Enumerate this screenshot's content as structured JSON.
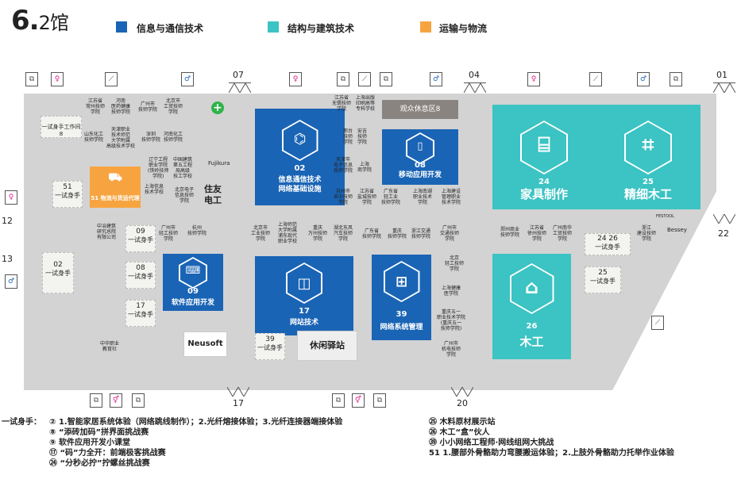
{
  "title": {
    "main": "6.",
    "sub": "2馆"
  },
  "legend": [
    {
      "label": "信息与通信技术",
      "color": "#1a64b5"
    },
    {
      "label": "结构与建筑技术",
      "color": "#3cc3c3"
    },
    {
      "label": "运输与物流",
      "color": "#f7a440"
    }
  ],
  "doors": {
    "d07": "07",
    "d04": "04",
    "d01": "01",
    "d12": "12",
    "d13": "13",
    "d22": "22",
    "d17": "17",
    "d20": "20"
  },
  "zones": {
    "z02": {
      "num": "02",
      "label": "信息通信技术\n网络基础设施"
    },
    "z08": {
      "num": "08",
      "label": "移动应用开发"
    },
    "z09": {
      "num": "09",
      "label": "软件应用开发"
    },
    "z17": {
      "num": "17",
      "label": "网站技术"
    },
    "z39": {
      "num": "39",
      "label": "网络系统管理"
    },
    "z24": {
      "num": "24",
      "label": "家具制作"
    },
    "z25": {
      "num": "25",
      "label": "精细木工"
    },
    "z26": {
      "num": "26",
      "label": "木工"
    },
    "z51": {
      "num": "51",
      "label": "物流与货运代理"
    }
  },
  "trial": {
    "label": "一试身手",
    "t51": "51",
    "t02": "02",
    "t09": "09",
    "t08": "08",
    "t17": "17",
    "t39": "39",
    "t2426": "24 26",
    "t25": "25"
  },
  "misc": {
    "workroom": "一试身手工作间8",
    "lounge": "观众休息区8",
    "rest": "休闲驿站",
    "neusoft": "Neusoft",
    "fujikura": "Fujikura",
    "zhuyou": "住友\n电工",
    "festool": "FESTOOL",
    "bessey": "Bessey"
  },
  "schools": [
    "江苏省\n常州技师\n学院",
    "河南\n医药健康\n技师学院",
    "广州市\n技师学院",
    "北京市\n工贸技师\n学院",
    "山东化工\n技师学院",
    "天津职业\n技术师范\n大学附属\n高级技术学校",
    "深圳\n技师学院",
    "河南化工\n技师学院",
    "辽宁工程\n职业学院\n(铁岭技师\n学院)",
    "中国建筑\n第五工程\n局高级\n技工学校",
    "上海信息\n技术学校",
    "北京电子\n信息技师\n学院",
    "江苏省\n无锡技师\n学院",
    "上海出版\n印刷高等\n专科学校",
    "邢台\n技师\n学院",
    "安吉\n技师\n学院",
    "天津市\n电子信息\n技师学院",
    "上海\n商学院",
    "苏州市\n吴中技师\n学院",
    "江苏省\n盐城技师\n学院",
    "广东省\n轻工业\n技师学院",
    "上海南湖\n职业技术\n学院",
    "上海建设\n管理职业\n技术学院",
    "中冶建筑\n研究总院\n有限公司",
    "广州市\n轻工技师\n学院",
    "杭州\n技师学院",
    "北京市\n工业技师\n学院",
    "上海师范\n大学附属\n浦东现代\n职业学校",
    "重庆\n万州技师\n学院",
    "湖北东风\n汽车技师\n学院",
    "广东省\n技师学院",
    "重庆\n技师学院",
    "浙江交通\n技师学院",
    "广州市\n交通技师\n学院",
    "郑州商业\n技师学院",
    "江苏省\n徐州技师\n学院",
    "广州南华\n工贸技师\n学院",
    "浙江\n建设技师\n学院",
    "北京\n轻工技师\n学院",
    "上海健康\n医学院",
    "重庆五一\n职业技术学院\n(重庆五一\n技师学院)",
    "广州市\n机电技师\n学院",
    "中华职业\n教育社"
  ],
  "notes_label": "一试身手：",
  "notes_left": [
    "② 1.智能家居系统体验（网络跳线制作）；2.光纤熔接体验；3.光纤连接器端接体验",
    "⑧ “添砖加码”拼界面挑战赛",
    "⑨ 软件应用开发小课堂",
    "⑰ “码”力全开：前端极客挑战赛",
    "㉔ “分秒必拧”拧螺丝挑战赛"
  ],
  "notes_right": [
    "㉕ 木料原材展示站",
    "㉖ 木工“盒”伙人",
    "㊴ 小小网络工程师·网线组网大挑战",
    "51 1.腰部外骨骼助力弯腰搬运体验；2.上肢外骨骼助力托举作业体验"
  ]
}
